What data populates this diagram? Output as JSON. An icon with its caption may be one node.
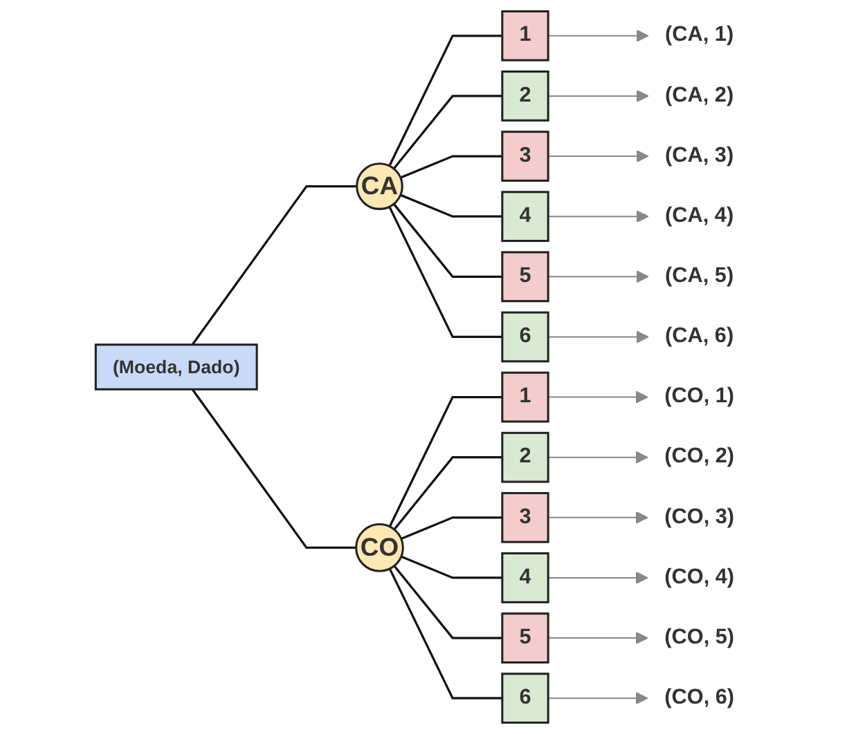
{
  "diagram": {
    "nodes": [
      {
        "text": [
          "(Moeda, Dado)"
        ]
      },
      {
        "text": [
          "CA"
        ]
      },
      {
        "text": [
          "CO"
        ]
      },
      {
        "text": [
          "1"
        ]
      },
      {
        "text": [
          "2"
        ]
      },
      {
        "text": [
          "3"
        ]
      },
      {
        "text": [
          "4"
        ]
      },
      {
        "text": [
          "5"
        ]
      },
      {
        "text": [
          "6"
        ]
      },
      {
        "text": [
          "(CA, 1)"
        ]
      },
      {
        "text": [
          "(CA, 2)"
        ]
      },
      {
        "text": [
          "(CA, 3)"
        ]
      },
      {
        "text": [
          "(CA, 4)"
        ]
      },
      {
        "text": [
          "(CA, 5)"
        ]
      },
      {
        "text": [
          "(CA, 6)"
        ]
      },
      {
        "text": [
          "1"
        ]
      },
      {
        "text": [
          "2"
        ]
      },
      {
        "text": [
          "3"
        ]
      },
      {
        "text": [
          "4"
        ]
      },
      {
        "text": [
          "5"
        ]
      },
      {
        "text": [
          "6"
        ]
      },
      {
        "text": [
          "(CO, 1)"
        ]
      },
      {
        "text": [
          "(CO, 2)"
        ]
      },
      {
        "text": [
          "(CO, 3)"
        ]
      },
      {
        "text": [
          "(CO, 4)"
        ]
      },
      {
        "text": [
          "(CO, 5)"
        ]
      },
      {
        "text": [
          "(CO, 6)"
        ]
      }
    ],
    "edges": [
      {
        "from": 0,
        "to": 1,
        "arrow": "none"
      },
      {
        "from": 0,
        "to": 2,
        "arrow": "none"
      },
      {
        "from": 1,
        "to": 3,
        "arrow": "none"
      },
      {
        "from": 1,
        "to": 4,
        "arrow": "none"
      },
      {
        "from": 1,
        "to": 5,
        "arrow": "none"
      },
      {
        "from": 1,
        "to": 6,
        "arrow": "none"
      },
      {
        "from": 1,
        "to": 7,
        "arrow": "none"
      },
      {
        "from": 1,
        "to": 8,
        "arrow": "none"
      },
      {
        "from": 3,
        "to": 9,
        "arrow": "to",
        "color": "#888888"
      },
      {
        "from": 4,
        "to": 10,
        "arrow": "to",
        "color": "#888888"
      },
      {
        "from": 5,
        "to": 11,
        "arrow": "to",
        "color": "#888888"
      },
      {
        "from": 6,
        "to": 12,
        "arrow": "to",
        "color": "#888888"
      },
      {
        "from": 7,
        "to": 13,
        "arrow": "to",
        "color": "#888888"
      },
      {
        "from": 8,
        "to": 14,
        "arrow": "to",
        "color": "#888888"
      },
      {
        "from": 2,
        "to": 15,
        "arrow": "none"
      },
      {
        "from": 2,
        "to": 16,
        "arrow": "none"
      },
      {
        "from": 2,
        "to": 17,
        "arrow": "none"
      },
      {
        "from": 2,
        "to": 18,
        "arrow": "none"
      },
      {
        "from": 2,
        "to": 19,
        "arrow": "none"
      },
      {
        "from": 2,
        "to": 20,
        "arrow": "none"
      },
      {
        "from": 15,
        "to": 21,
        "arrow": "to",
        "color": "#888888"
      },
      {
        "from": 16,
        "to": 22,
        "arrow": "to",
        "color": "#888888"
      },
      {
        "from": 17,
        "to": 23,
        "arrow": "to",
        "color": "#888888"
      },
      {
        "from": 18,
        "to": 24,
        "arrow": "to",
        "color": "#888888"
      },
      {
        "from": 19,
        "to": 25,
        "arrow": "to",
        "color": "#888888"
      },
      {
        "from": 20,
        "to": 26,
        "arrow": "to",
        "color": "#888888"
      }
    ]
  }
}
